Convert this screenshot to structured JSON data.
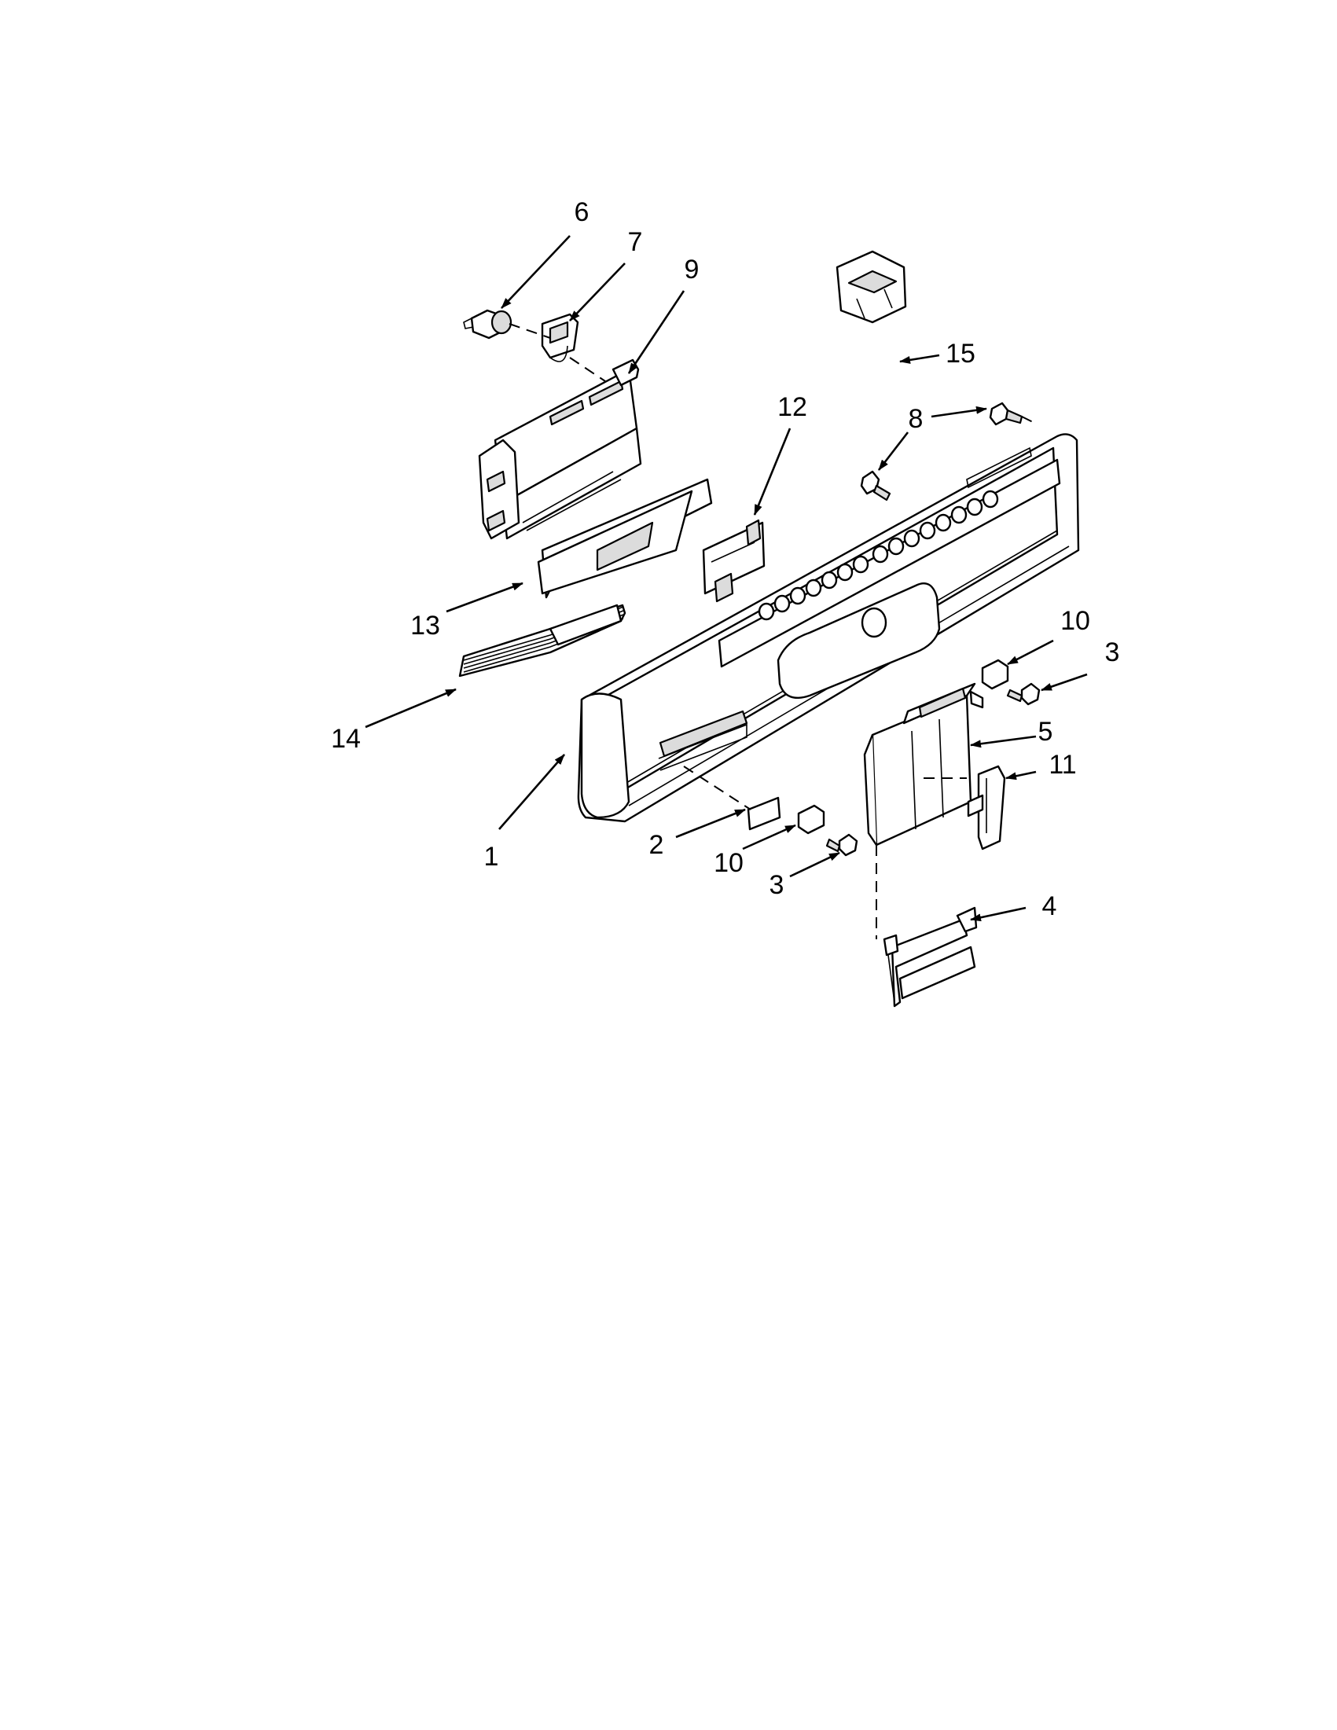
{
  "callouts": [
    {
      "id": "c6",
      "label": "6"
    },
    {
      "id": "c7",
      "label": "7"
    },
    {
      "id": "c9",
      "label": "9"
    },
    {
      "id": "c15",
      "label": "15"
    },
    {
      "id": "c12",
      "label": "12"
    },
    {
      "id": "c8",
      "label": "8"
    },
    {
      "id": "c13",
      "label": "13"
    },
    {
      "id": "c14",
      "label": "14"
    },
    {
      "id": "c10a",
      "label": "10"
    },
    {
      "id": "c3a",
      "label": "3"
    },
    {
      "id": "c5",
      "label": "5"
    },
    {
      "id": "c11",
      "label": "11"
    },
    {
      "id": "c1",
      "label": "1"
    },
    {
      "id": "c2",
      "label": "2"
    },
    {
      "id": "c10b",
      "label": "10"
    },
    {
      "id": "c3b",
      "label": "3"
    },
    {
      "id": "c4",
      "label": "4"
    }
  ]
}
